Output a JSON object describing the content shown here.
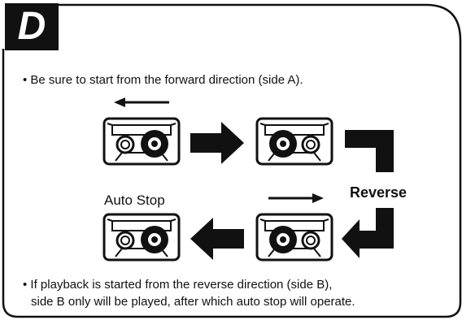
{
  "badge": {
    "letter": "D"
  },
  "notes": {
    "first": "• Be sure to start from the forward direction (side A).",
    "second_line1": "• If playback is started from the reverse direction (side B),",
    "second_line2": "side B only will be played, after which auto stop will operate."
  },
  "labels": {
    "auto_stop": "Auto Stop",
    "reverse": "Reverse"
  },
  "colors": {
    "ink": "#111111",
    "background": "#ffffff"
  }
}
